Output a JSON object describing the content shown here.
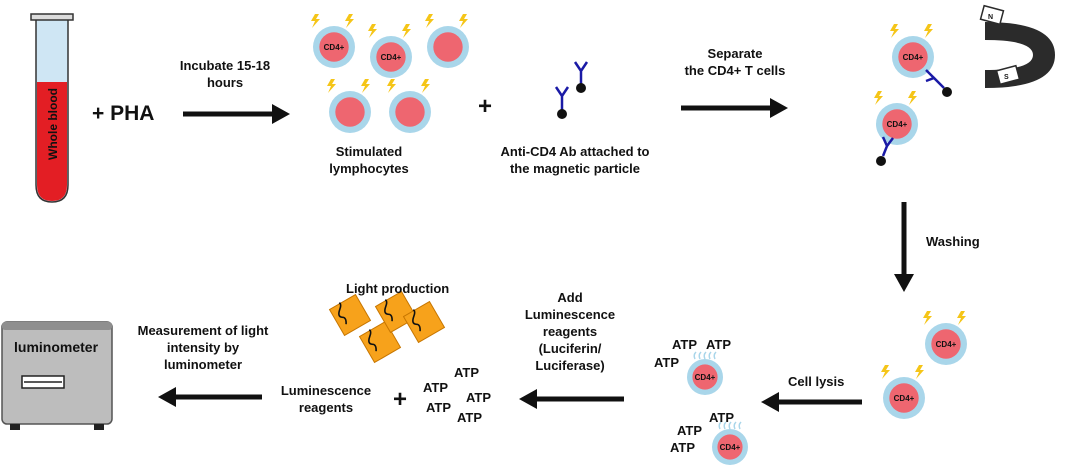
{
  "colors": {
    "blood": "#e31e24",
    "tube_glass": "#cfe6f4",
    "cell_outer": "#a9d6ea",
    "cell_inner": "#ee6670",
    "lightning": "#f5c518",
    "antibody": "#1a1aa6",
    "glow": "#f7a21b",
    "magnet": "#2b2b2b",
    "luminometer": "#bdbdbd"
  },
  "tube": {
    "label": "Whole blood"
  },
  "steps": {
    "pha": "+ PHA",
    "incubate": [
      "Incubate 15-18",
      "hours"
    ],
    "stimulated": [
      "Stimulated",
      "lymphocytes"
    ],
    "plus1": "+",
    "antibody": [
      "Anti-CD4 Ab attached to",
      "the magnetic particle"
    ],
    "separate": [
      "Separate",
      "the CD4+ T cells"
    ],
    "washing": "Washing",
    "cell_lysis": "Cell lysis",
    "add_reagents": [
      "Add",
      "Luminescence",
      "reagents",
      "(Luciferin/",
      "Luciferase)"
    ],
    "light_production": "Light production",
    "lum_reagents": [
      "Luminescence",
      "reagents"
    ],
    "plus2": "+",
    "measurement": [
      "Measurement of light",
      "intensity by",
      "luminometer"
    ]
  },
  "cell_label": "CD4+",
  "atp_label": "ATP",
  "magnet": {
    "north": "N",
    "south": "S"
  },
  "luminometer": {
    "label": "luminometer"
  }
}
